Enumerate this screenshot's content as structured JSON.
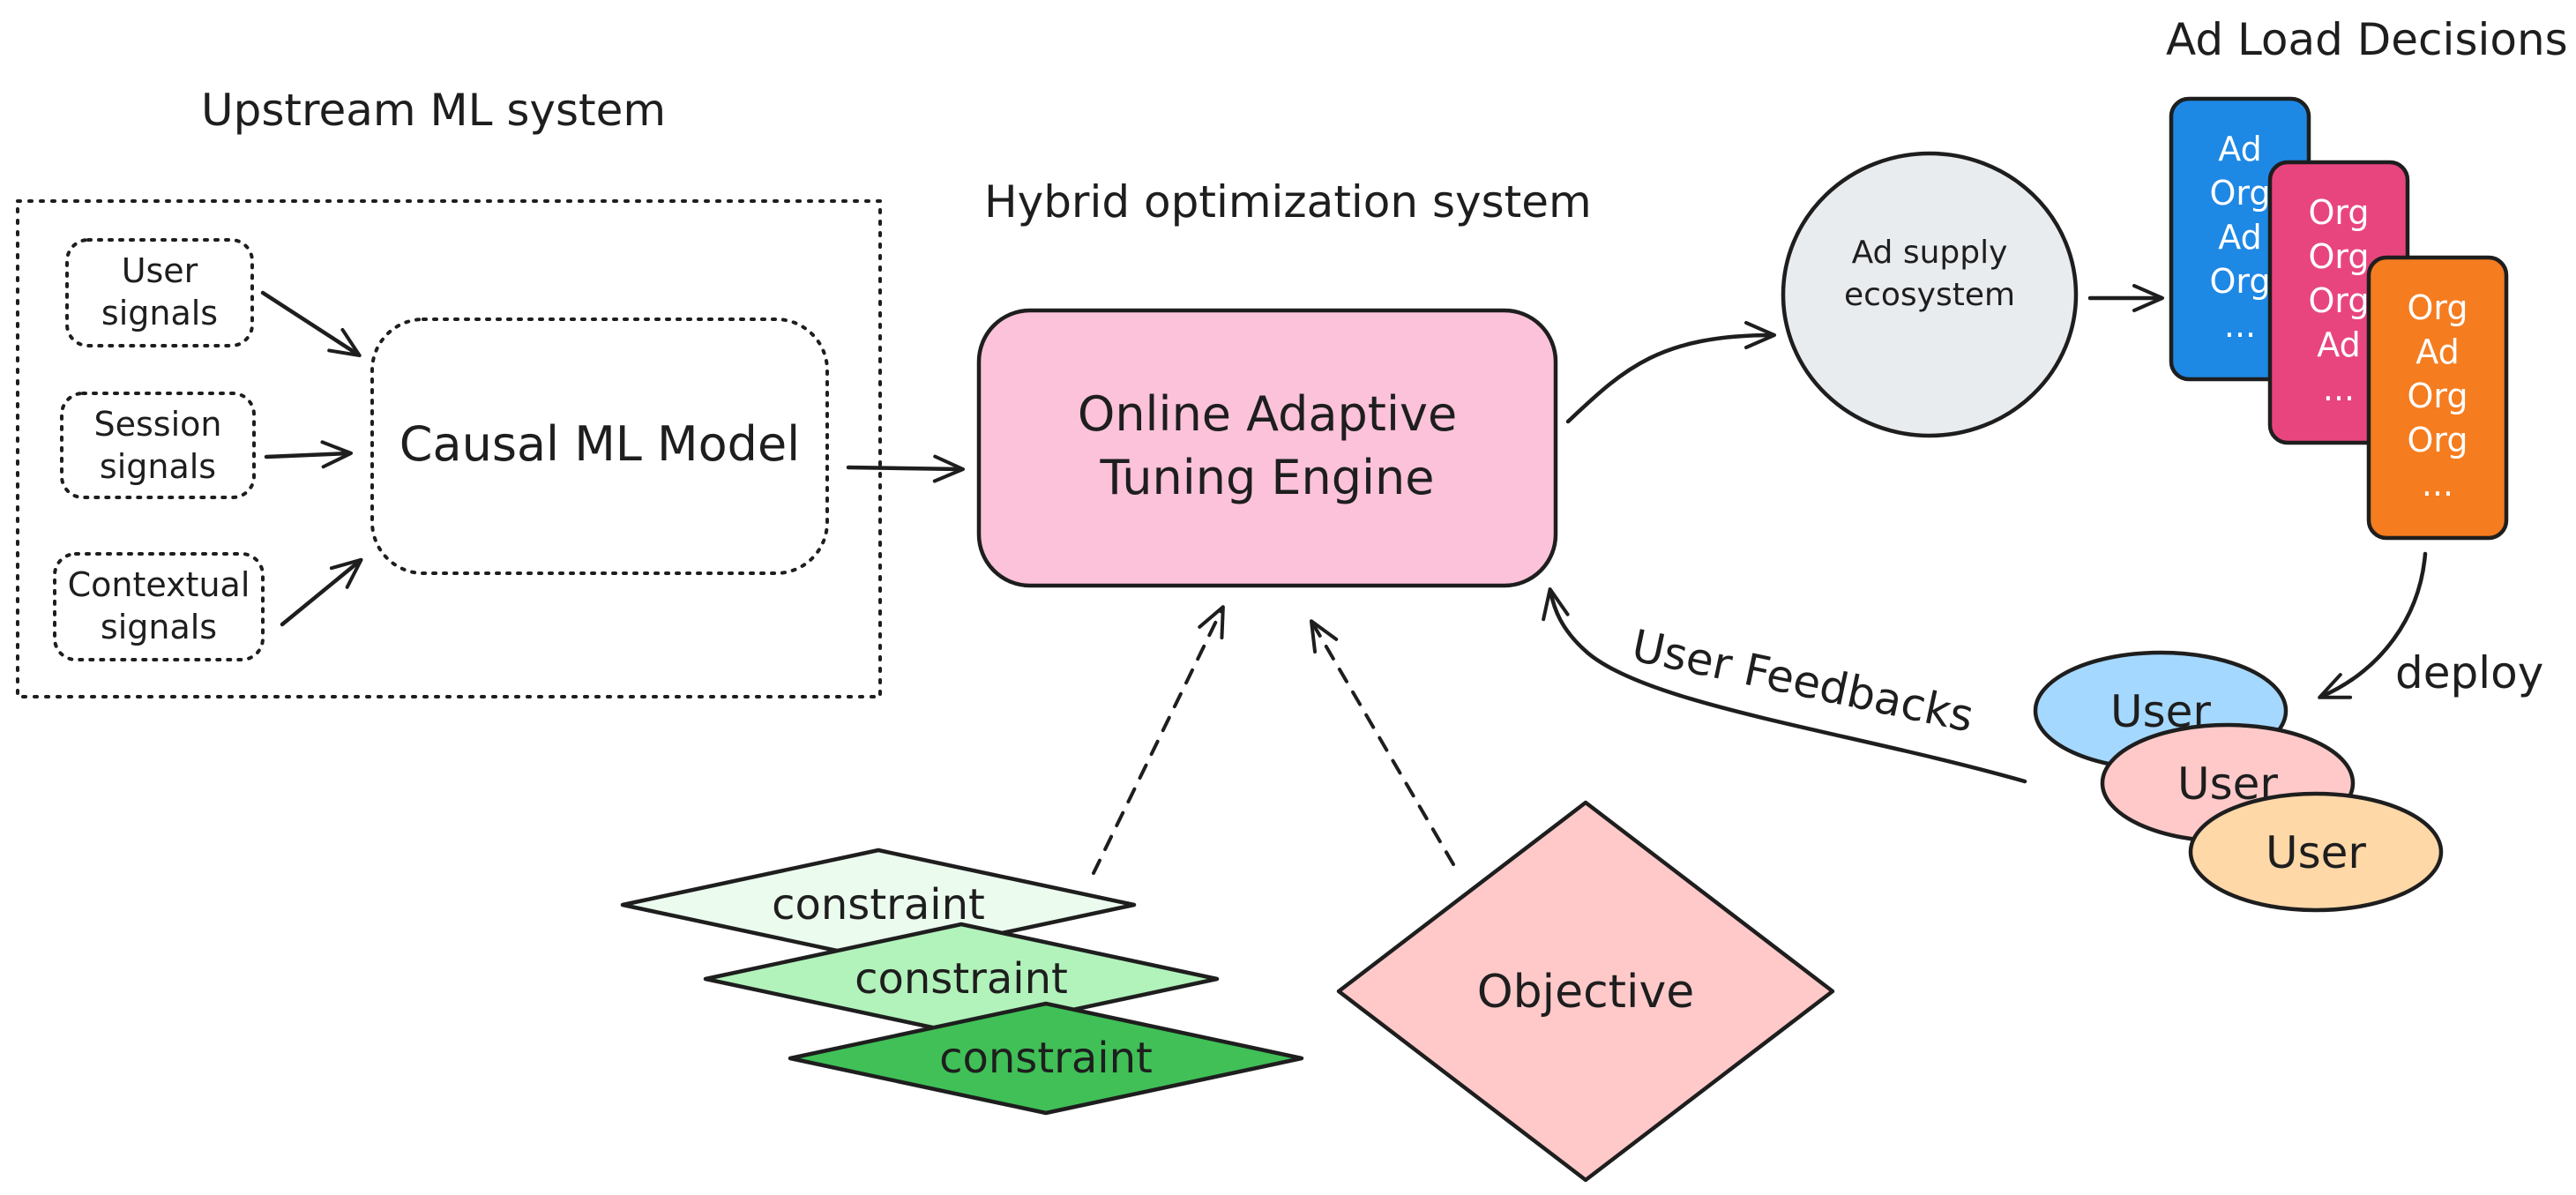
{
  "titles": {
    "upstream": "Upstream ML system",
    "hybrid": "Hybrid optimization system",
    "ad_load": "Ad Load Decisions"
  },
  "signals": [
    {
      "line1": "User",
      "line2": "signals"
    },
    {
      "line1": "Session",
      "line2": "signals"
    },
    {
      "line1": "Contextual",
      "line2": "signals"
    }
  ],
  "causal_model": "Causal ML Model",
  "engine": {
    "line1": "Online Adaptive",
    "line2": "Tuning Engine"
  },
  "supply": {
    "line1": "Ad supply",
    "line2": "ecosystem"
  },
  "cards": [
    {
      "color": "#1e88e5",
      "lines": [
        "Ad",
        "Org",
        "Ad",
        "Org",
        "..."
      ]
    },
    {
      "color": "#e8457f",
      "lines": [
        "Org",
        "Org",
        "Org",
        "Ad",
        "..."
      ]
    },
    {
      "color": "#f57c1f",
      "lines": [
        "Org",
        "Ad",
        "Org",
        "Org",
        "..."
      ]
    }
  ],
  "users": [
    {
      "label": "User",
      "color": "#a5d8ff"
    },
    {
      "label": "User",
      "color": "#ffc9c9"
    },
    {
      "label": "User",
      "color": "#ffd8a8"
    }
  ],
  "deploy_label": "deploy",
  "feedback_label": "User Feedbacks",
  "constraints": [
    {
      "label": "constraint",
      "color": "#ebfbee"
    },
    {
      "label": "constraint",
      "color": "#b2f2bb"
    },
    {
      "label": "constraint",
      "color": "#40c057"
    }
  ],
  "objective": {
    "label": "Objective",
    "color": "#ffc9c9"
  },
  "colors": {
    "engine_fill": "#fbc2d9",
    "supply_fill": "#e9ecef",
    "ink": "#1e1e1e"
  }
}
